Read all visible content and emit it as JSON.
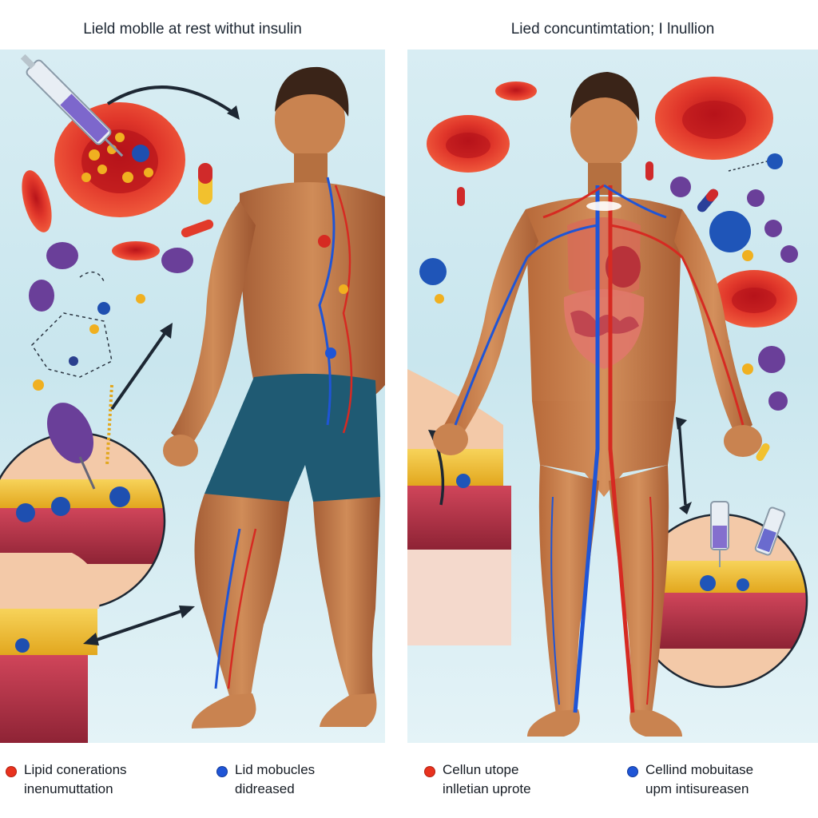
{
  "left_panel": {
    "title": "Lield moblle at rest withut insulin",
    "legend": [
      {
        "lines": [
          "Lipid conerations",
          "inenumuttation"
        ],
        "color": "#e8321e"
      },
      {
        "lines": [
          "Lid mobucles",
          "didreased"
        ],
        "color": "#1f55d6"
      }
    ]
  },
  "right_panel": {
    "title": "Lied concuntimtation; I lnullion",
    "legend": [
      {
        "lines": [
          "Cellun utope",
          "inlletian uprote"
        ],
        "color": "#e8321e"
      },
      {
        "lines": [
          "Cellind mobuitase",
          "upm intisureasen"
        ],
        "color": "#1f55d6"
      }
    ]
  },
  "colors": {
    "background": "#cfe8ef",
    "blood_cell": "#d6261f",
    "skin": "#c57a4a",
    "shorts": "#1f5a73",
    "vein_blue": "#1f55d6",
    "artery_red": "#d62a22",
    "fat_yellow": "#f2c12e",
    "molecule_purple": "#6a3f99"
  },
  "icons": [
    "syringe-icon",
    "red-blood-cell-icon",
    "molecule-icon",
    "capsule-icon",
    "arrow-icon",
    "magnifier-circle-icon"
  ]
}
